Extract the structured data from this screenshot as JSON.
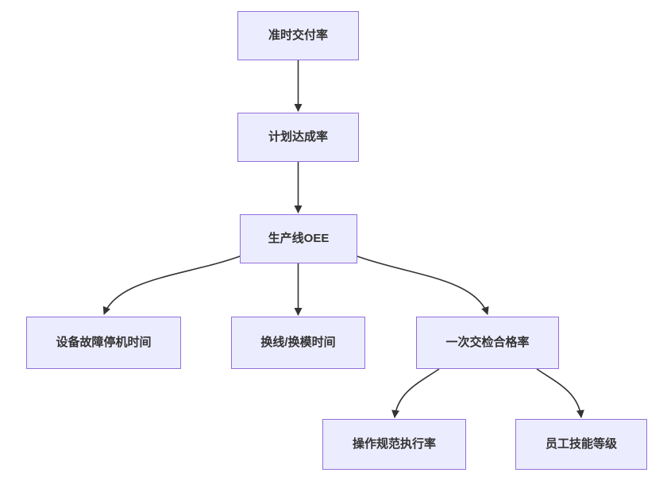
{
  "diagram": {
    "type": "flowchart",
    "direction": "top-down",
    "title": "",
    "colors": {
      "node_fill": "#ECECFF",
      "node_border": "#9370DB",
      "edge": "#333333",
      "text": "#333333",
      "background": "#FFFFFF"
    },
    "nodes": [
      {
        "id": "ontime-delivery-rate",
        "label": "准时交付率"
      },
      {
        "id": "plan-achievement-rate",
        "label": "计划达成率"
      },
      {
        "id": "production-line-oee",
        "label": "生产线OEE"
      },
      {
        "id": "equipment-downtime",
        "label": "设备故障停机时间"
      },
      {
        "id": "changeover-time",
        "label": "换线/换模时间"
      },
      {
        "id": "first-pass-yield",
        "label": "一次交检合格率"
      },
      {
        "id": "sop-execution-rate",
        "label": "操作规范执行率"
      },
      {
        "id": "employee-skill-level",
        "label": "员工技能等级"
      }
    ],
    "edges": [
      {
        "from": "ontime-delivery-rate",
        "to": "plan-achievement-rate"
      },
      {
        "from": "plan-achievement-rate",
        "to": "production-line-oee"
      },
      {
        "from": "production-line-oee",
        "to": "equipment-downtime"
      },
      {
        "from": "production-line-oee",
        "to": "changeover-time"
      },
      {
        "from": "production-line-oee",
        "to": "first-pass-yield"
      },
      {
        "from": "first-pass-yield",
        "to": "sop-execution-rate"
      },
      {
        "from": "first-pass-yield",
        "to": "employee-skill-level"
      }
    ]
  }
}
